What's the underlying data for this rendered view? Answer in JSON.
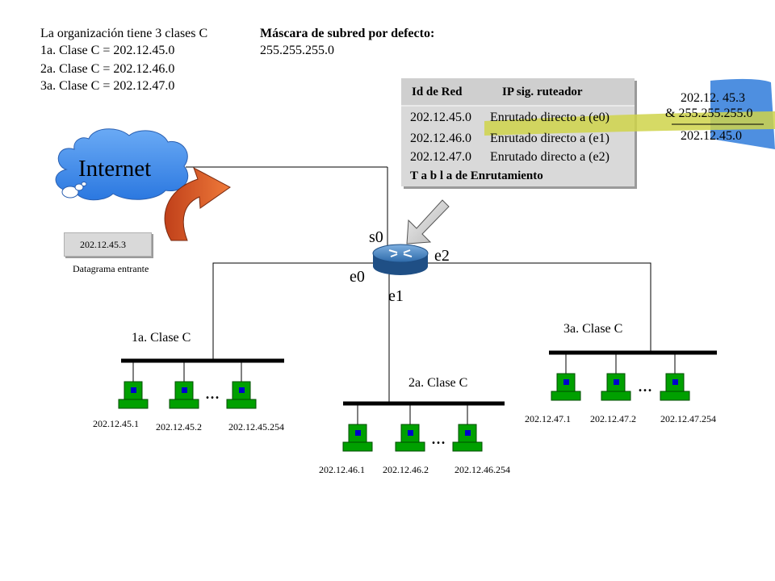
{
  "info": {
    "title": "La organización tiene 3 clases C",
    "lines": [
      "1a. Clase C  = 202.12.45.0",
      "2a. Clase C =  202.12.46.0",
      "3a. Clase C  = 202.12.47.0"
    ]
  },
  "mask": {
    "label": "Máscara de subred por defecto:",
    "value": "255.255.255.0"
  },
  "routing_table": {
    "col_network": "Id de Red",
    "col_nexthop": "IP  sig. ruteador",
    "rows": [
      {
        "network": "202.12.45.0",
        "route": "Enrutado directo a  (e0)"
      },
      {
        "network": "202.12.46.0",
        "route": "Enrutado directo a  (e1)"
      },
      {
        "network": "202.12.47.0",
        "route": "Enrutado directo a  (e2)"
      }
    ],
    "caption": "T a b l a  de Enrutamiento"
  },
  "calc": {
    "ip": "202.12. 45.3",
    "and_mask": "& 255.255.255.0",
    "result": "202.12.45.0"
  },
  "internet_label": "Internet",
  "datagram": {
    "ip": "202.12.45.3",
    "label": "Datagrama entrante"
  },
  "interfaces": {
    "s0": "s0",
    "e0": "e0",
    "e1": "e1",
    "e2": "e2"
  },
  "networks": [
    {
      "label": "1a. Clase C",
      "hosts": [
        "202.12.45.1",
        "202.12.45.2",
        "202.12.45.254"
      ]
    },
    {
      "label": "2a. Clase C",
      "hosts": [
        "202.12.46.1",
        "202.12.46.2",
        "202.12.46.254"
      ]
    },
    {
      "label": "3a. Clase C",
      "hosts": [
        "202.12.47.1",
        "202.12.47.2",
        "202.12.47.254"
      ]
    }
  ],
  "ellipsis": "...",
  "colors": {
    "host_green": "#00a000",
    "host_blue": "#0000cc",
    "arrow_orange": "#d9541c",
    "router_blue": "#4a86c5",
    "cloud_blue": "#3a86e8",
    "table_gray": "#d9d9d9"
  }
}
